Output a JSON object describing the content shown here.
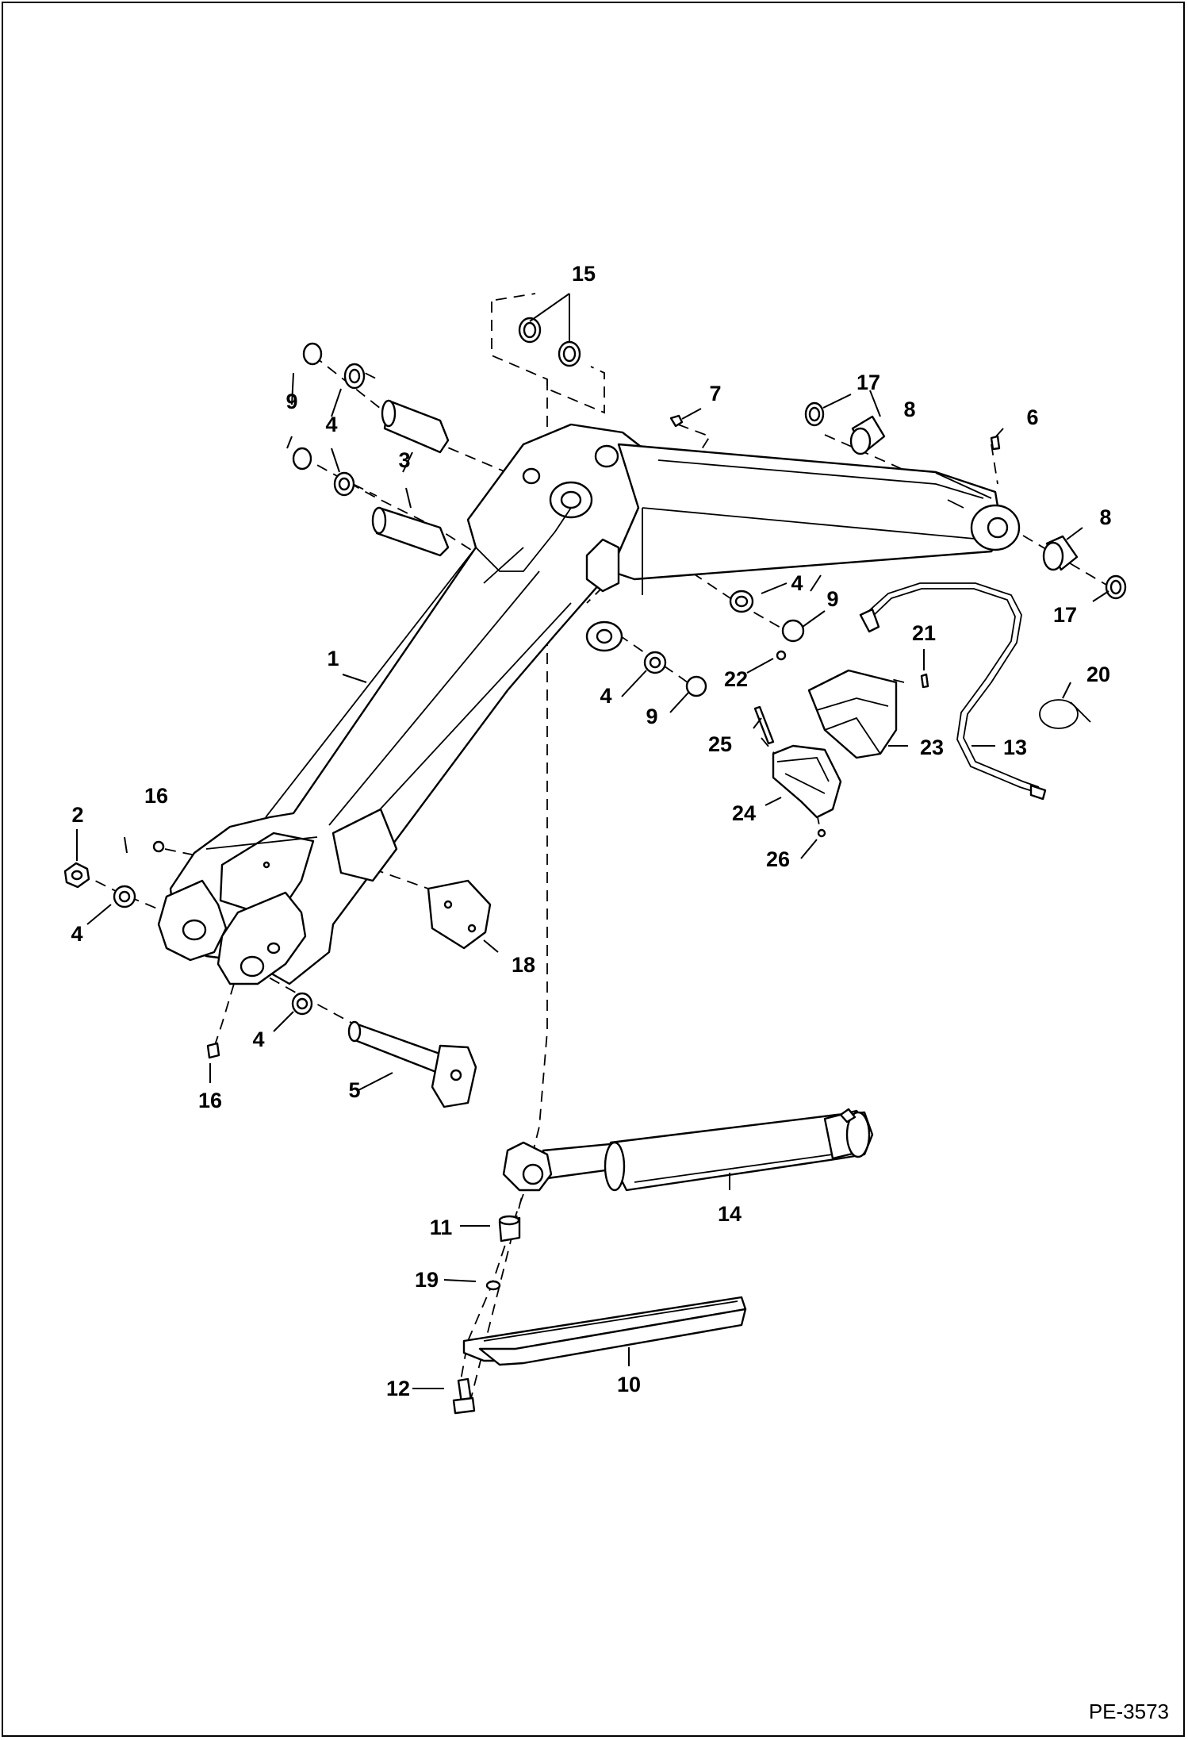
{
  "document": {
    "code": "PE-3573"
  },
  "callouts": {
    "c1": "1",
    "c2": "2",
    "c3": "3",
    "c4a": "4",
    "c4b": "4",
    "c4c": "4",
    "c4d": "4",
    "c4e": "4",
    "c5": "5",
    "c6": "6",
    "c7": "7",
    "c8a": "8",
    "c8b": "8",
    "c9a": "9",
    "c9b": "9",
    "c9c": "9",
    "c10": "10",
    "c11": "11",
    "c12": "12",
    "c13": "13",
    "c14": "14",
    "c15": "15",
    "c16a": "16",
    "c16b": "16",
    "c17a": "17",
    "c17b": "17",
    "c18": "18",
    "c19": "19",
    "c20": "20",
    "c21": "21",
    "c22": "22",
    "c23": "23",
    "c24": "24",
    "c25": "25",
    "c26": "26"
  }
}
